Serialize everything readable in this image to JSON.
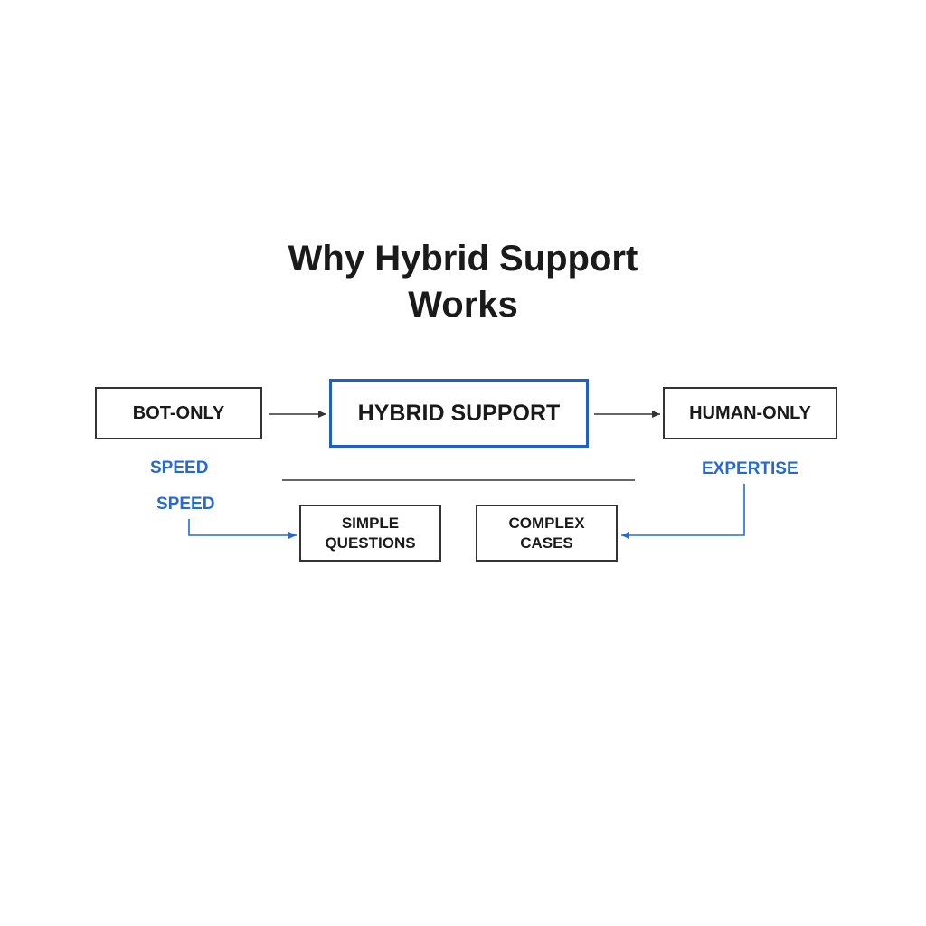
{
  "title": {
    "line1": "Why Hybrid Support",
    "line2": "Works"
  },
  "nodes": {
    "bot_only": "BOT-ONLY",
    "hybrid_support": "HYBRID SUPPORT",
    "human_only": "HUMAN-ONLY",
    "simple_questions": "SIMPLE QUESTIONS",
    "complex_cases": "COMPLEX CASES"
  },
  "labels": {
    "speed_top": "SPEED",
    "speed_bottom": "SPEED",
    "expertise": "EXPERTISE"
  },
  "colors": {
    "accent_blue": "#1f5fc9",
    "label_blue": "#2469d6",
    "stroke_dark": "#333333"
  }
}
